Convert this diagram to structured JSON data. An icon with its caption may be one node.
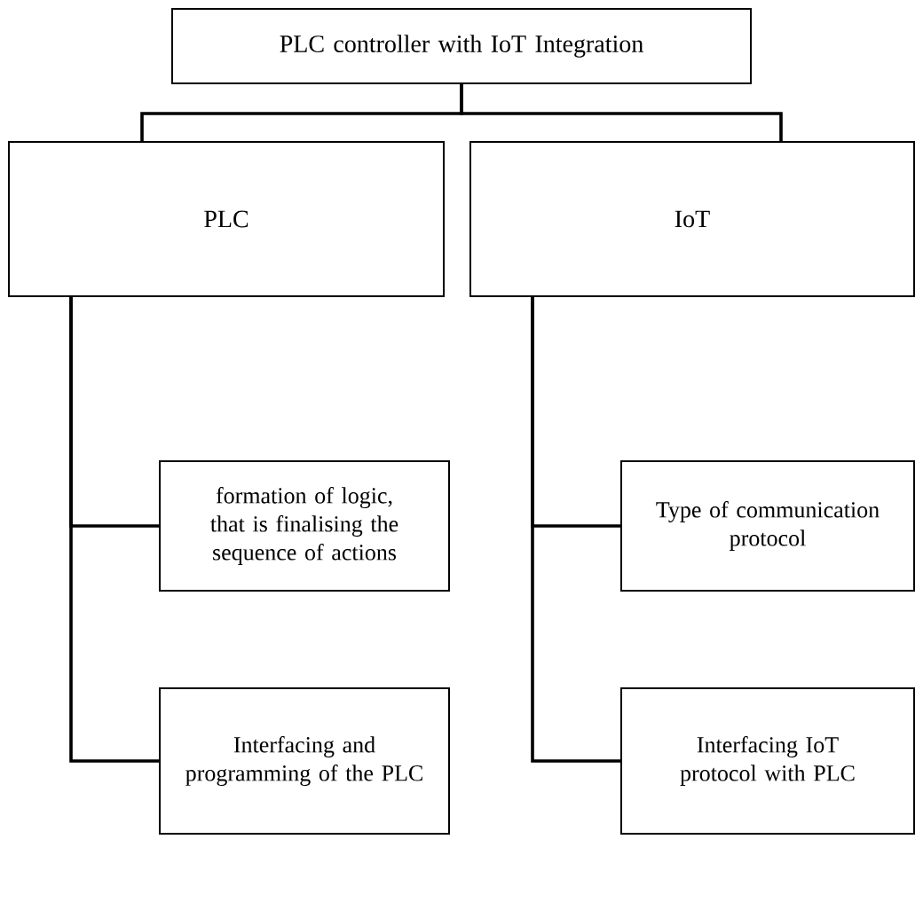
{
  "diagram": {
    "nodes": [
      {
        "text": [
          "PLC controller with IoT Integration"
        ]
      },
      {
        "text": [
          "PLC"
        ]
      },
      {
        "text": [
          "IoT"
        ]
      },
      {
        "text": [
          "formation of logic, that is finalising the sequence of actions"
        ]
      },
      {
        "text": [
          "Interfacing and programming of the PLC"
        ]
      },
      {
        "text": [
          "Type of communication protocol"
        ]
      },
      {
        "text": [
          "Interfacing IoT protocol with PLC"
        ]
      }
    ],
    "edges": [
      {
        "from": 0,
        "to": 1,
        "arrow": "none"
      },
      {
        "from": 0,
        "to": 2,
        "arrow": "none"
      },
      {
        "from": 1,
        "to": 3,
        "arrow": "none"
      },
      {
        "from": 1,
        "to": 4,
        "arrow": "none"
      },
      {
        "from": 2,
        "to": 5,
        "arrow": "none"
      },
      {
        "from": 2,
        "to": 6,
        "arrow": "none"
      }
    ]
  }
}
